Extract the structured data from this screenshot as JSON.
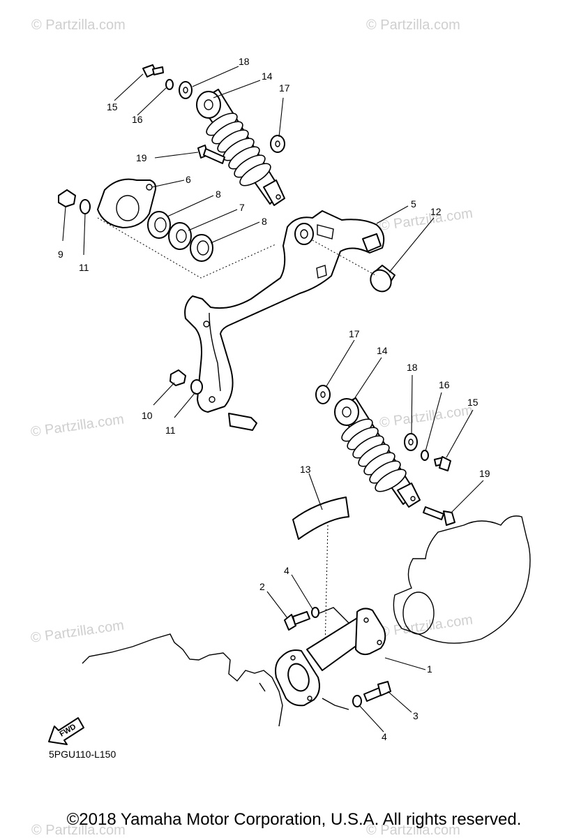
{
  "watermarks": [
    "© Partzilla.com",
    "© Partzilla.com",
    "© Partzilla.com",
    "© Partzilla.com",
    "© Partzilla.com",
    "© Partzilla.com",
    "© Partzilla.com",
    "© Partzilla.com",
    "© Partzilla.com"
  ],
  "callouts": [
    "1",
    "2",
    "3",
    "4",
    "4",
    "5",
    "6",
    "7",
    "8",
    "8",
    "9",
    "10",
    "11",
    "11",
    "12",
    "13",
    "14",
    "14",
    "15",
    "15",
    "16",
    "16",
    "17",
    "17",
    "18",
    "18",
    "19",
    "19"
  ],
  "fwd_label": "FWD",
  "drawing_code": "5PGU110-L150",
  "copyright": "©2018 Yamaha Motor Corporation, U.S.A. All rights reserved."
}
